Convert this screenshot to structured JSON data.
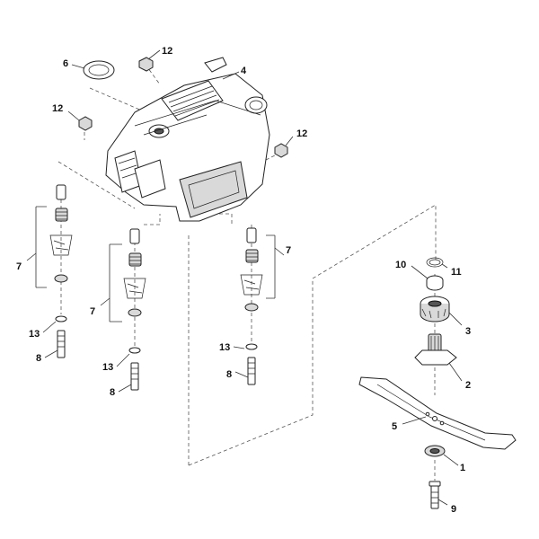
{
  "callouts": {
    "c1": "1",
    "c2": "2",
    "c3": "3",
    "c4": "4",
    "c5": "5",
    "c6": "6",
    "c7a": "7",
    "c7b": "7",
    "c7c": "7",
    "c8a": "8",
    "c8b": "8",
    "c8c": "8",
    "c9": "9",
    "c10": "10",
    "c11": "11",
    "c12a": "12",
    "c12b": "12",
    "c12c": "12",
    "c13a": "13",
    "c13b": "13",
    "c13c": "13"
  },
  "colors": {
    "line": "#222222",
    "fill_grey": "#d9d9d9",
    "fill_dark": "#555555"
  }
}
